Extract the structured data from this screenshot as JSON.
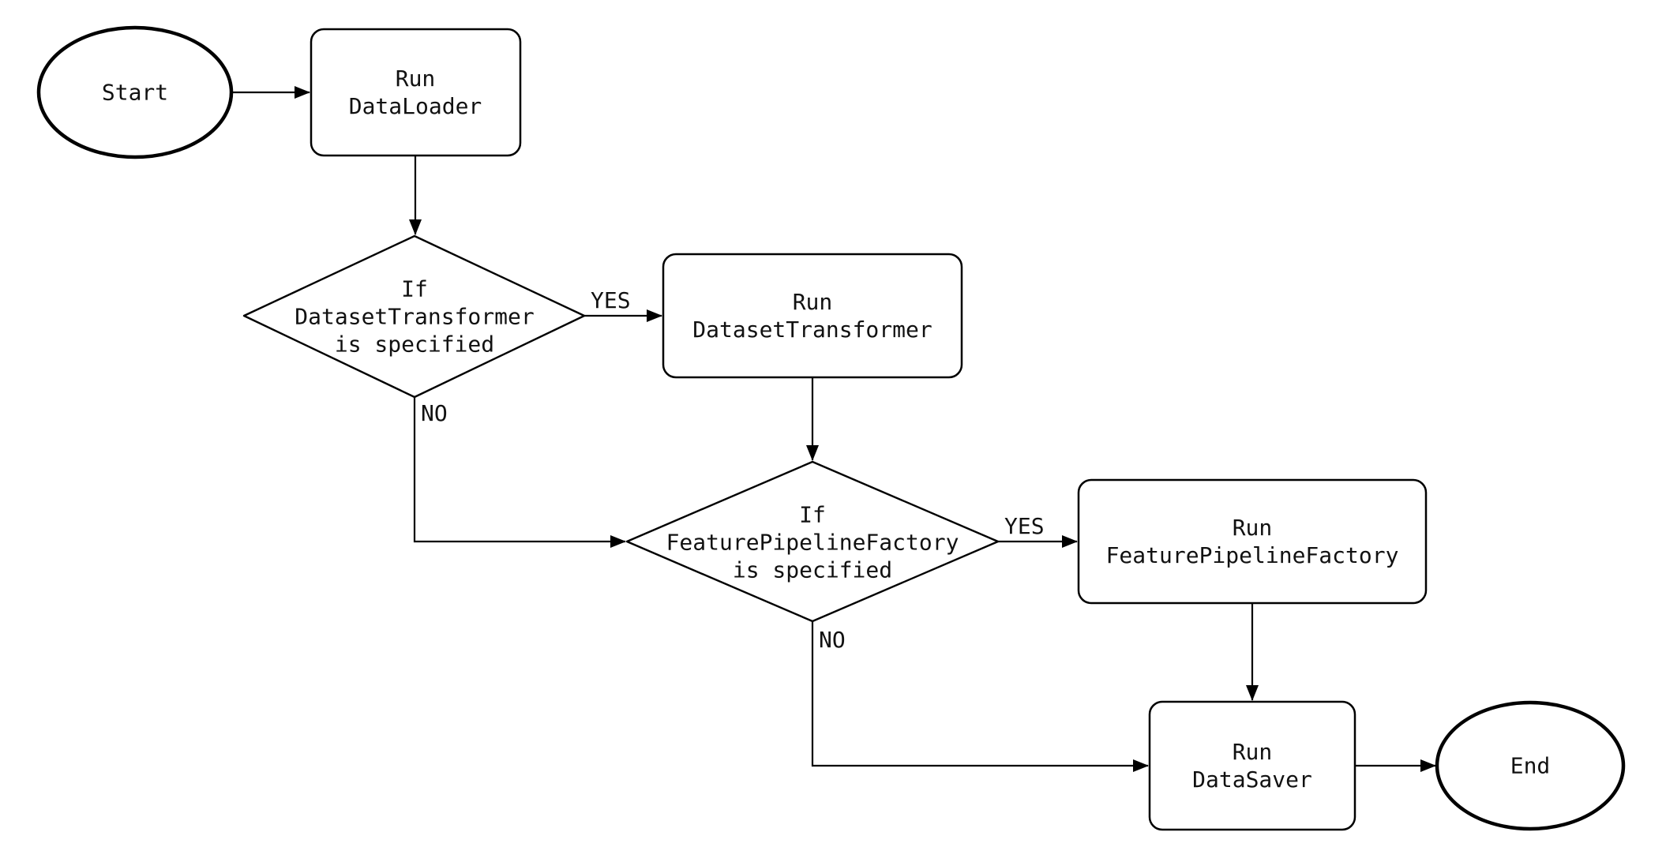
{
  "diagram": {
    "type": "flowchart",
    "background_color": "#ffffff",
    "stroke_color": "#000000",
    "text_color": "#111111",
    "nodes": [
      {
        "id": "start",
        "shape": "ellipse",
        "label": "Start"
      },
      {
        "id": "run-dataloader",
        "shape": "rounded-rectangle",
        "label": "Run\nDataLoader"
      },
      {
        "id": "if-dataset-transformer",
        "shape": "diamond",
        "label": "If\nDatasetTransformer\nis specified"
      },
      {
        "id": "run-dataset-transformer",
        "shape": "rounded-rectangle",
        "label": "Run\nDatasetTransformer"
      },
      {
        "id": "if-feature-pipeline-factory",
        "shape": "diamond",
        "label": "If\nFeaturePipelineFactory\nis specified"
      },
      {
        "id": "run-feature-pipeline-factory",
        "shape": "rounded-rectangle",
        "label": "Run\nFeaturePipelineFactory"
      },
      {
        "id": "run-datasaver",
        "shape": "rounded-rectangle",
        "label": "Run\nDataSaver"
      },
      {
        "id": "end",
        "shape": "ellipse",
        "label": "End"
      }
    ],
    "edges": [
      {
        "from": "start",
        "to": "run-dataloader",
        "label": ""
      },
      {
        "from": "run-dataloader",
        "to": "if-dataset-transformer",
        "label": ""
      },
      {
        "from": "if-dataset-transformer",
        "to": "run-dataset-transformer",
        "label": "YES"
      },
      {
        "from": "if-dataset-transformer",
        "to": "if-feature-pipeline-factory",
        "label": "NO"
      },
      {
        "from": "run-dataset-transformer",
        "to": "if-feature-pipeline-factory",
        "label": ""
      },
      {
        "from": "if-feature-pipeline-factory",
        "to": "run-feature-pipeline-factory",
        "label": "YES"
      },
      {
        "from": "if-feature-pipeline-factory",
        "to": "run-datasaver",
        "label": "NO"
      },
      {
        "from": "run-feature-pipeline-factory",
        "to": "run-datasaver",
        "label": ""
      },
      {
        "from": "run-datasaver",
        "to": "end",
        "label": ""
      }
    ]
  }
}
